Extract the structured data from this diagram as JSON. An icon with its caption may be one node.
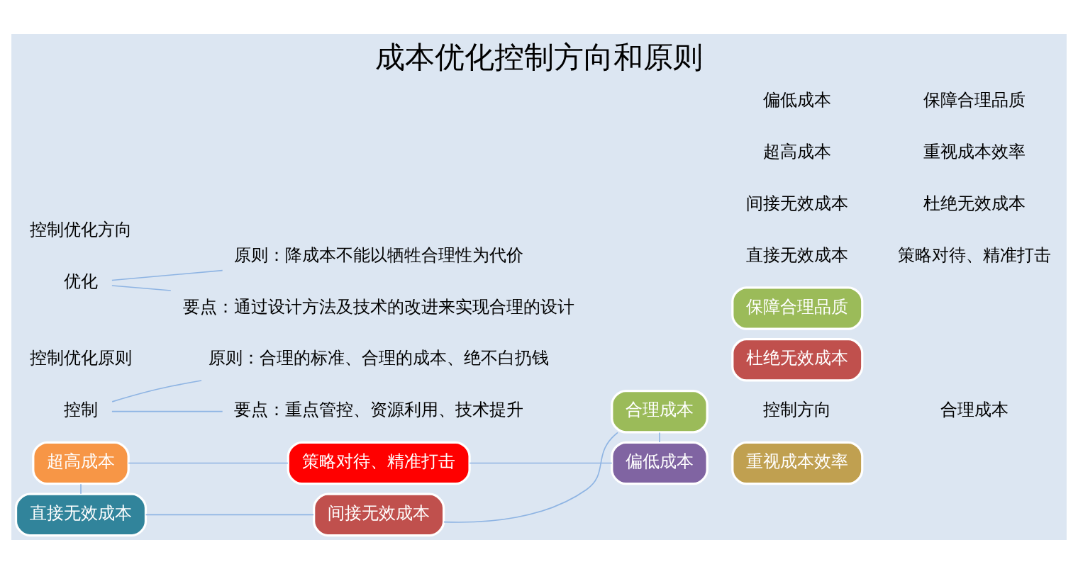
{
  "diagram": {
    "title": "成本优化控制方向和原则",
    "nodes": [
      {
        "text": [
          "控制"
        ]
      },
      {
        "text": [
          "原则：合理的标准、合理的成本、绝不白扔钱"
        ]
      },
      {
        "text": [
          "要点：重点管控、资源利用、技术提升"
        ]
      },
      {
        "text": [
          "优化"
        ]
      },
      {
        "text": [
          "原则：降成本不能以牺牲合理性为代价"
        ]
      },
      {
        "text": [
          "要点：通过设计方法及技术的改进来实现合理的设计"
        ]
      },
      {
        "text": [
          "间接无效成本"
        ]
      },
      {
        "text": [
          "合理成本"
        ]
      },
      {
        "text": [
          "偏低成本"
        ]
      },
      {
        "text": [
          "超高成本"
        ]
      },
      {
        "text": [
          "直接无效成本"
        ]
      },
      {
        "text": [
          "策略对待、精准打击"
        ]
      },
      {
        "text": [
          "杜绝无效成本"
        ]
      },
      {
        "text": [
          "重视成本效率"
        ]
      },
      {
        "text": [
          "保障合理品质"
        ]
      }
    ],
    "edges": [
      {
        "from": 0,
        "to": 1,
        "arrow": "none"
      },
      {
        "from": 0,
        "to": 2,
        "arrow": "none"
      },
      {
        "from": 3,
        "to": 4,
        "arrow": "none"
      },
      {
        "from": 3,
        "to": 5,
        "arrow": "none"
      },
      {
        "from": 10,
        "to": 6,
        "arrow": "none"
      },
      {
        "from": 6,
        "to": 7,
        "arrow": "none"
      },
      {
        "from": 7,
        "to": 8,
        "arrow": "none"
      },
      {
        "from": 9,
        "to": 10,
        "arrow": "none"
      },
      {
        "from": 11,
        "to": 9,
        "arrow": "none"
      },
      {
        "from": 11,
        "to": 8,
        "arrow": "none"
      }
    ],
    "labels": [
      "控制优化原则",
      "控制方向",
      "合理成本",
      "直接无效成本",
      "策略对待、精准打击",
      "间接无效成本",
      "杜绝无效成本",
      "超高成本",
      "重视成本效率",
      "偏低成本",
      "保障合理品质",
      "控制优化方向"
    ]
  }
}
